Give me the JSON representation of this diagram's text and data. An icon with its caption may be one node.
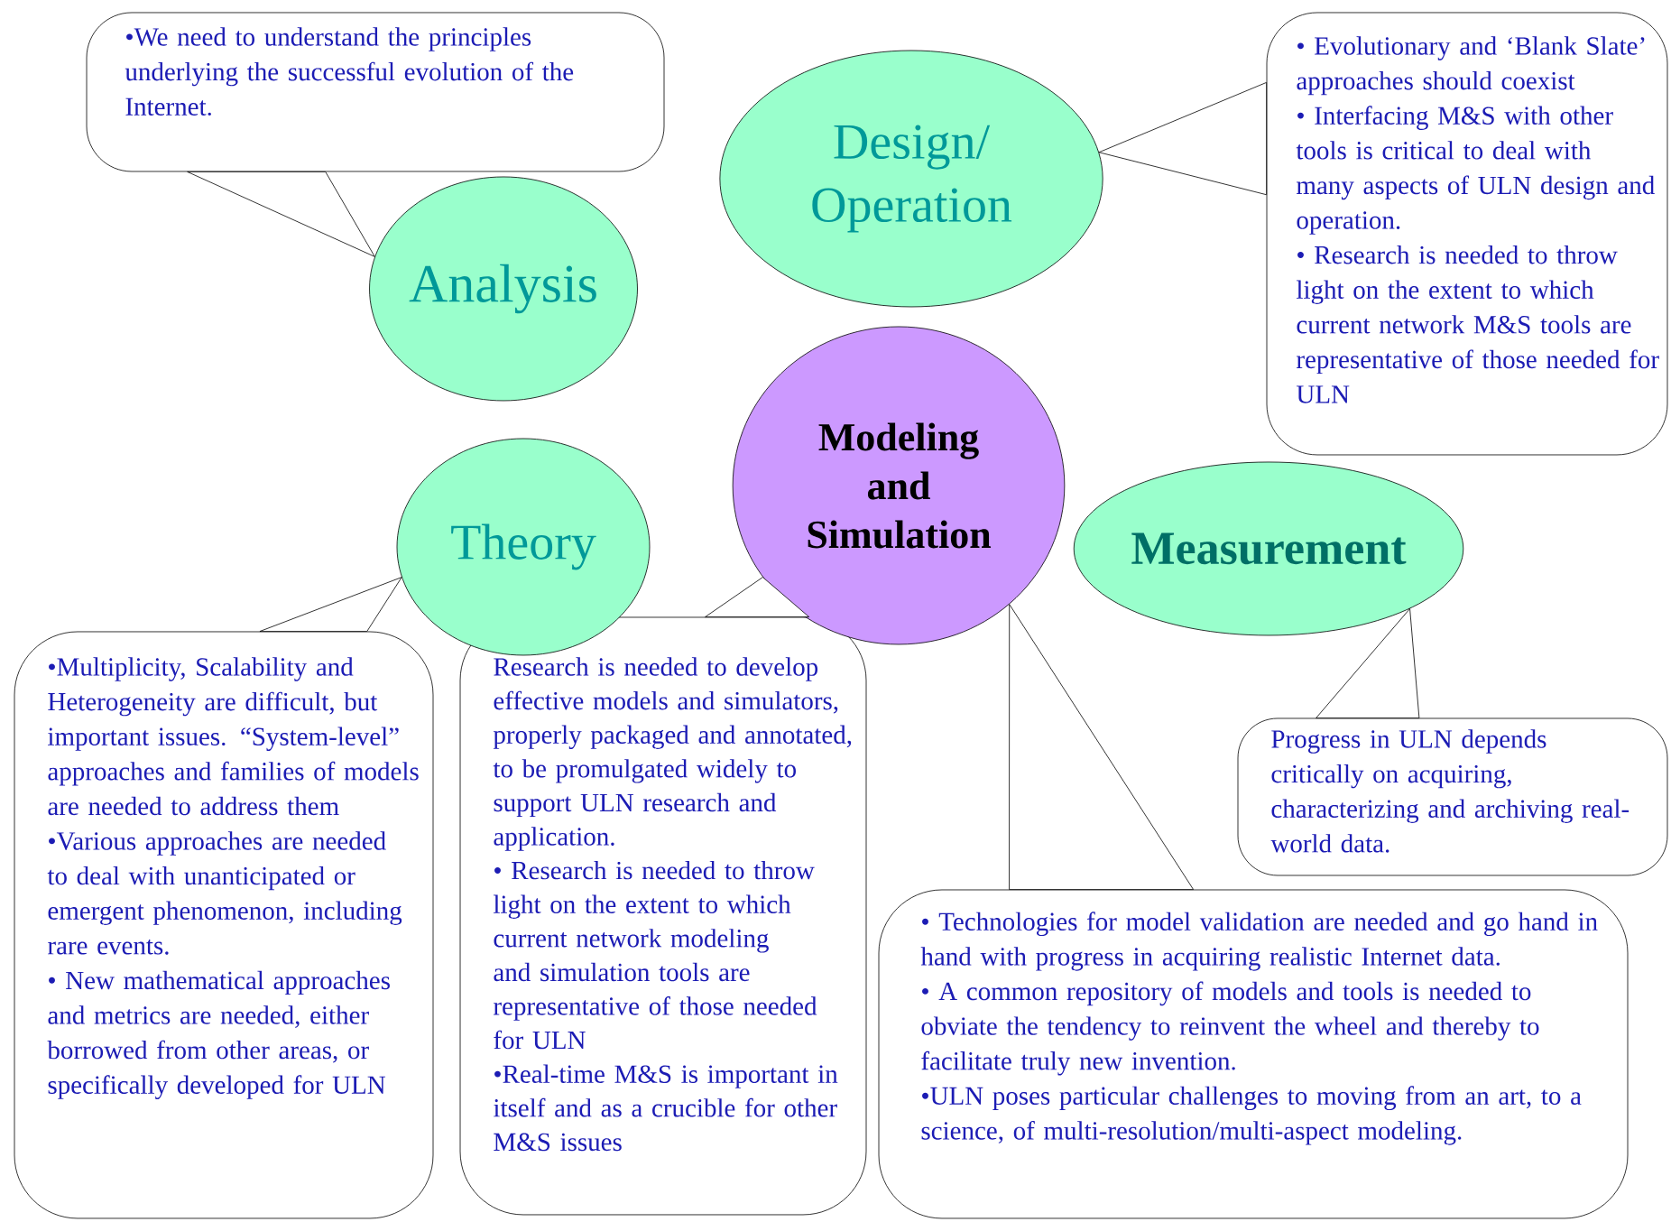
{
  "diagram": {
    "nodes": [
      {
        "text": [
          "•We need to understand the principles underlying the successful evolution of the Internet."
        ]
      },
      {
        "text": [
          "Analysis"
        ]
      },
      {
        "text": [
          "Design/ Operation"
        ]
      },
      {
        "text": [
          "• Evolutionary and ‘Blank Slate’ approaches should coexist",
          "• Interfacing M&S with other tools is critical to deal with many aspects of ULN design and operation.",
          "• Research is needed to throw light on the extent to which current network M&S tools are representative of those needed for ULN"
        ]
      },
      {
        "text": [
          "Modeling and Simulation"
        ]
      },
      {
        "text": [
          "Theory"
        ]
      },
      {
        "text": [
          "Measurement"
        ]
      },
      {
        "text": [
          "•Multiplicity, Scalability and Heterogeneity are difficult, but important issues. “System-level” approaches and families of models are needed to address them",
          "•Various approaches are needed to deal with unanticipated or emergent phenomenon, including rare events.",
          "• New mathematical approaches and metrics are needed, either borrowed from other areas, or specifically developed for ULN"
        ]
      },
      {
        "text": [
          "Research is needed to develop effective models and simulators, properly packaged and annotated, to be promulgated widely to support ULN research and application.",
          "• Research is needed to throw light on the extent to which current network modeling and simulation tools are representative of those needed for ULN",
          "•Real-time M&S is important in itself and as a crucible for other M&S issues"
        ]
      },
      {
        "text": [
          "Progress in ULN depends critically on acquiring, characterizing and archiving real-world data."
        ]
      },
      {
        "text": [
          "• Technologies for model validation are needed and go hand in hand with progress in acquiring realistic Internet data.",
          "• A common repository of models and tools is needed to obviate the tendency to reinvent the wheel and thereby to facilitate truly new invention.",
          "•ULN poses particular challenges to moving from an art, to a science, of multi-resolution/multi-aspect modeling."
        ]
      }
    ],
    "edges": [
      {
        "from": 0,
        "to": 1,
        "arrow": "none"
      },
      {
        "from": 3,
        "to": 2,
        "arrow": "none"
      },
      {
        "from": 7,
        "to": 5,
        "arrow": "none"
      },
      {
        "from": 8,
        "to": 4,
        "arrow": "none"
      },
      {
        "from": 10,
        "to": 4,
        "arrow": "none"
      },
      {
        "from": 9,
        "to": 6,
        "arrow": "none"
      }
    ]
  }
}
